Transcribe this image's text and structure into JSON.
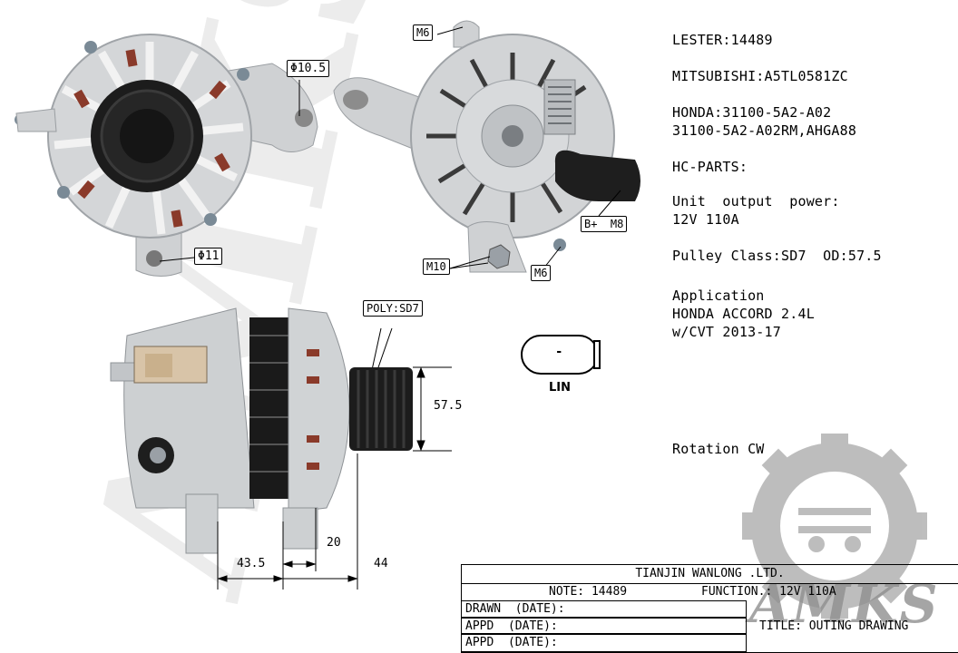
{
  "specs": {
    "lester": "LESTER:14489",
    "mitsubishi": "MITSUBISHI:A5TL0581ZC",
    "honda_line1": "HONDA:31100-5A2-A02",
    "honda_line2": "31100-5A2-A02RM,AHGA88",
    "hc_parts": "HC-PARTS:",
    "unit_output_label": "Unit  output  power:",
    "unit_output_value": "12V 110A",
    "pulley": "Pulley Class:SD7  OD:57.5",
    "application_label": "Application",
    "application_line1": "HONDA ACCORD 2.4L",
    "application_line2": "w/CVT 2013-17",
    "rotation": "Rotation CW"
  },
  "callouts": {
    "m6_top": "M6",
    "phi_10_5": "Φ10.5",
    "phi_11": "Φ11",
    "b_plus_m8": "B+  M8",
    "m10": "M10",
    "m6_bottom": "M6",
    "poly": "POLY:SD7"
  },
  "dimensions": {
    "pulley_od": "57.5",
    "d43_5": "43.5",
    "d20": "20",
    "d44": "44"
  },
  "connector": {
    "pin_label": "-",
    "name": "LIN"
  },
  "title_block": {
    "company": "TIANJIN WANLONG .LTD.",
    "note": "NOTE: 14489",
    "function": "FUNCTION.: 12V 110A",
    "drawn": "DRAWN  (DATE):",
    "appd1": "APPD  (DATE):",
    "appd2": "APPD  (DATE):",
    "title": "TITLE: OUTING DRAWING"
  },
  "watermark": {
    "text": "AMKS"
  },
  "colors": {
    "metal": "#c9cbcd",
    "metal_dark": "#8e9296",
    "black": "#1a1a1a",
    "copper": "#8a3a2a",
    "watermark": "#9a9a9a"
  }
}
